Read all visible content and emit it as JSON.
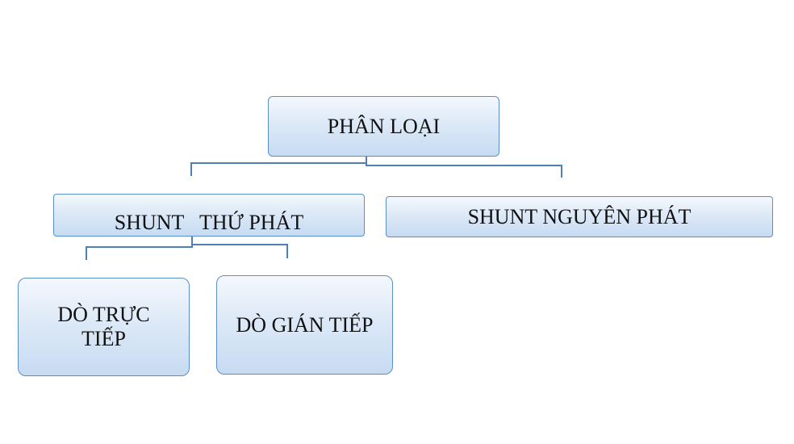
{
  "diagram": {
    "type": "hierarchy",
    "root": {
      "label": "PHÂN LOẠI"
    },
    "children": [
      {
        "label": "SHUNT   THỨ PHÁT",
        "children": [
          {
            "label_lines": [
              "DÒ TRỰC",
              "TIẾP"
            ]
          },
          {
            "label": "DÒ GIÁN TIẾP"
          }
        ]
      },
      {
        "label": "SHUNT NGUYÊN PHÁT"
      }
    ]
  },
  "colors": {
    "border": "#5b8fc9",
    "connector": "#4f7fb3",
    "fill_top": "#f4f8fd",
    "fill_bottom": "#c6dbf2",
    "text": "#111111"
  }
}
